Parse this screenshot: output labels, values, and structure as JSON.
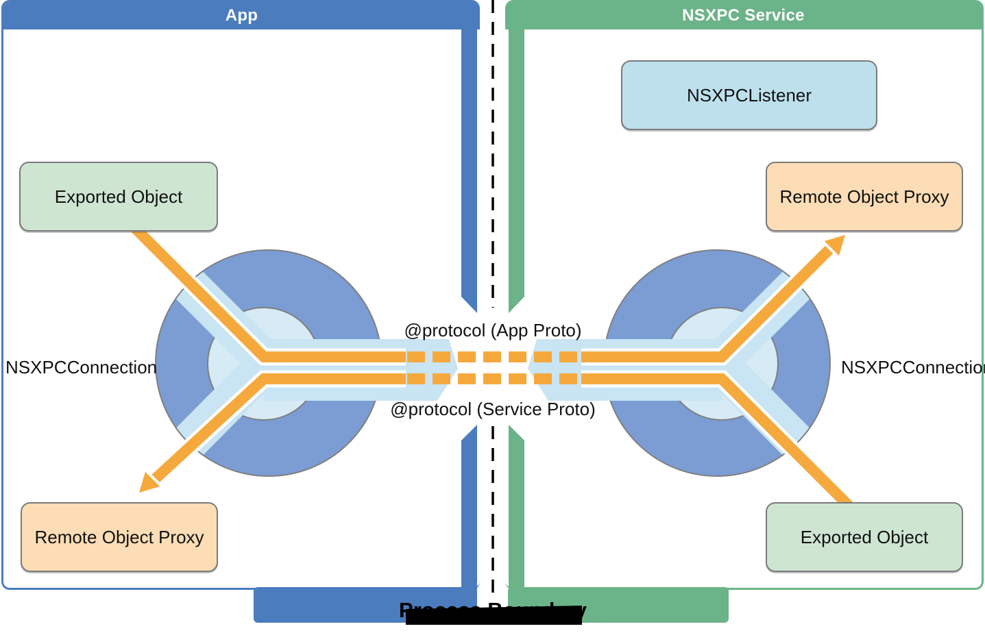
{
  "panels": {
    "app": {
      "title": "App"
    },
    "service": {
      "title": "NSXPC Service"
    }
  },
  "boxes": {
    "app_exported_object": "Exported Object",
    "app_remote_object_proxy": "Remote Object Proxy",
    "service_listener": "NSXPCListener",
    "service_remote_object_proxy": "Remote Object Proxy",
    "service_exported_object": "Exported Object"
  },
  "connections": {
    "app_connection_label": "NSXPCConnection",
    "service_connection_label": "NSXPCConnection",
    "protocol_top": "@protocol (App Proto)",
    "protocol_bottom": "@protocol (Service Proto)"
  },
  "boundary": {
    "label": "Process Boundary"
  },
  "colors": {
    "app_accent": "#4A7CBE",
    "service_accent": "#6BB388",
    "connection_circle": "#7B9DD4",
    "connection_channel": "#C9E4F2",
    "connection_hub": "#D6EBF6",
    "message_orange": "#F5A93D",
    "exported_object_fill": "#CEE5D2",
    "remote_proxy_fill": "#FCDDB5",
    "listener_fill": "#BEE0ED",
    "box_border": "#7A7A7A",
    "outline_gray": "#7F7F7F",
    "boundary_ink": "#000000"
  },
  "icons": {
    "app_connection_hub": "xpc-connection-hub",
    "service_connection_hub": "xpc-connection-hub",
    "boundary_line": "dashed-process-boundary"
  }
}
